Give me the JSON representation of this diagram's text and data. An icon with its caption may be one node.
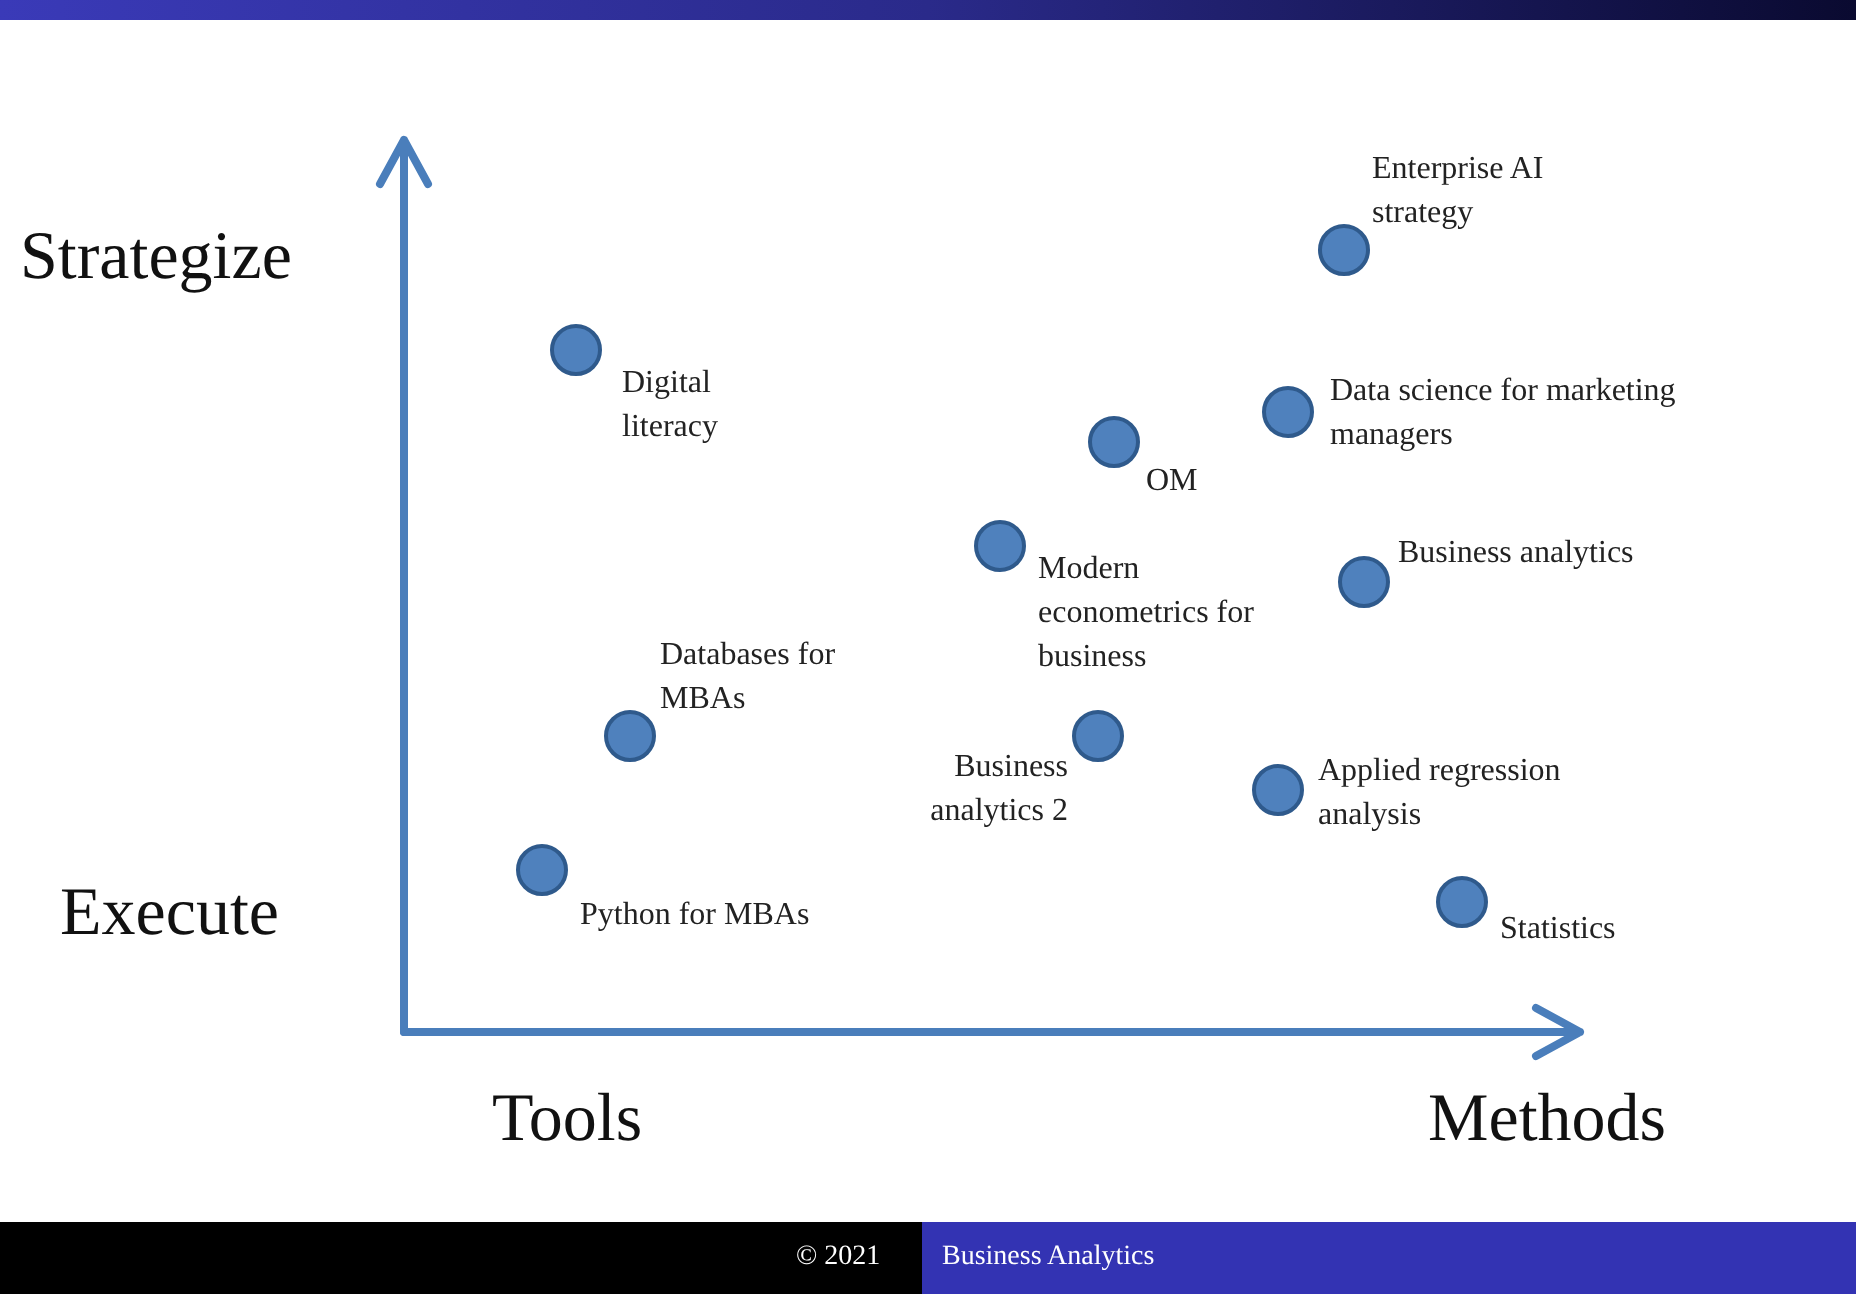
{
  "diagram": {
    "nodes": [
      {
        "text": [],
        "shape": "circle",
        "beside": [
          "Enterprise AI strategy"
        ]
      },
      {
        "text": [],
        "shape": "circle",
        "beside": [
          "Digital literacy"
        ]
      },
      {
        "text": [],
        "shape": "circle",
        "beside": [
          "OM"
        ]
      },
      {
        "text": [],
        "shape": "circle",
        "beside": [
          "Data science for marketing managers"
        ]
      },
      {
        "text": [],
        "shape": "circle",
        "beside": [
          "Modern econometrics for business"
        ]
      },
      {
        "text": [],
        "shape": "circle",
        "beside": [
          "Business analytics"
        ]
      },
      {
        "text": [],
        "shape": "circle",
        "beside": [
          "Databases for MBAs"
        ]
      },
      {
        "text": [],
        "shape": "circle",
        "beside": [
          "Business analytics 2"
        ]
      },
      {
        "text": [],
        "shape": "circle",
        "beside": [
          "Applied regression analysis"
        ]
      },
      {
        "text": [],
        "shape": "circle",
        "beside": [
          "Python for MBAs"
        ]
      },
      {
        "text": [],
        "shape": "circle",
        "beside": [
          "Statistics"
        ]
      }
    ],
    "labels": [
      "Strategize",
      "Execute",
      "Tools",
      "Methods",
      "© 2021",
      "Business Analytics"
    ]
  }
}
